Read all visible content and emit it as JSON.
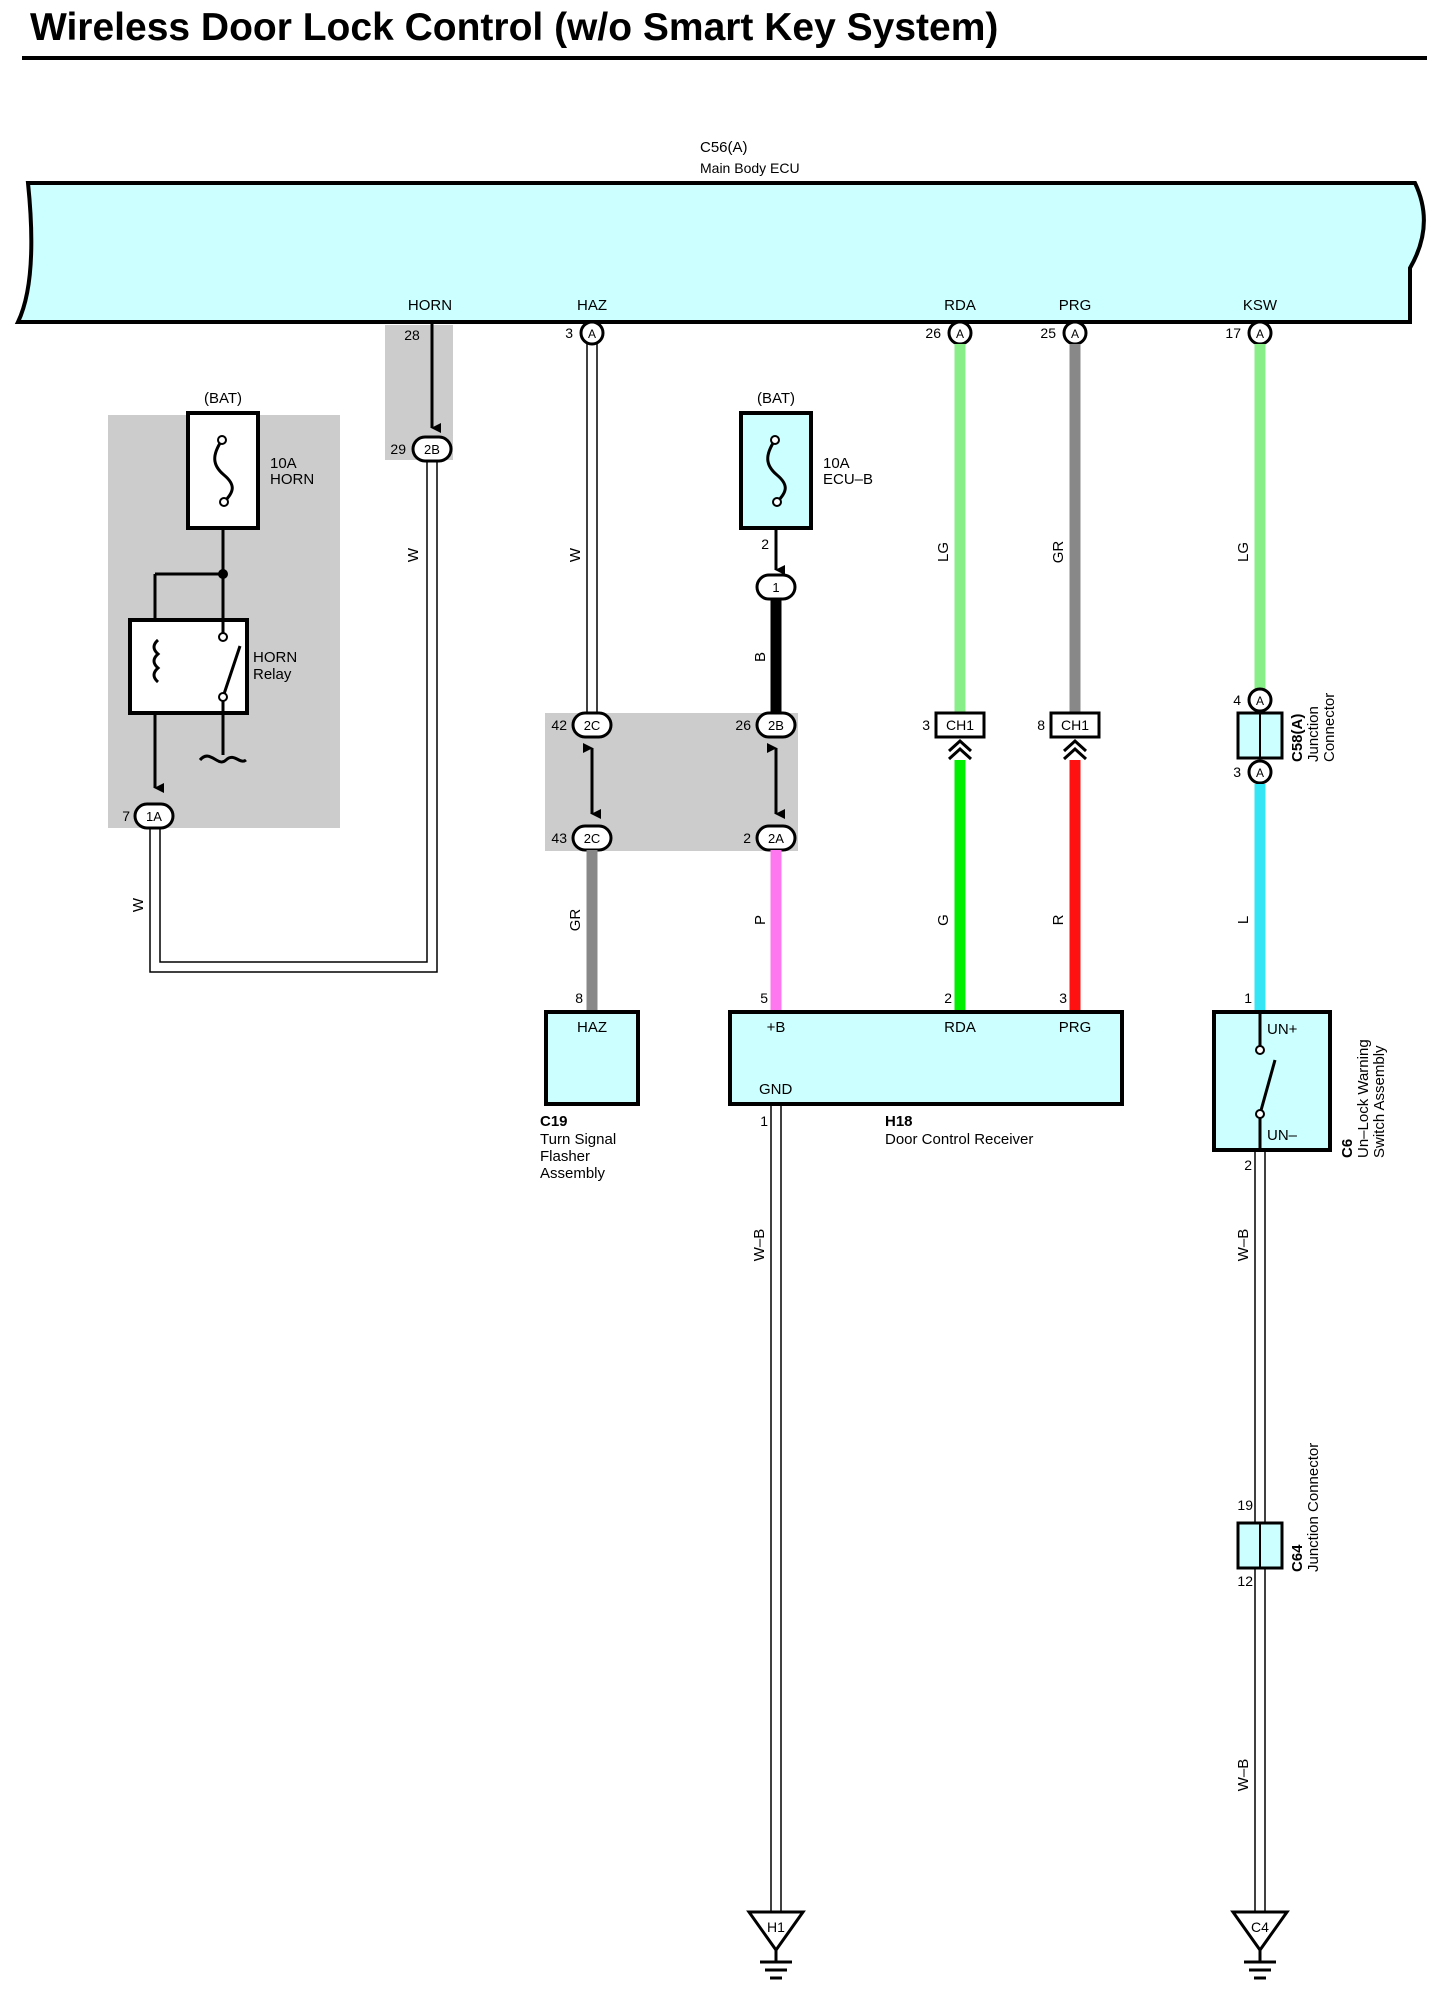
{
  "title": "Wireless Door Lock Control (w/o Smart Key System)",
  "colors": {
    "ecu_fill": "#ccffff",
    "shade": "#cccccc",
    "LG": "#88ee88",
    "GR": "#888888",
    "G": "#00ee00",
    "R": "#ff1111",
    "L": "#33e5f5",
    "P": "#ff77ee",
    "B": "#000000",
    "W": "#ffffff"
  },
  "ecu": {
    "code": "C56(A)",
    "name": "Main Body ECU",
    "pins": [
      {
        "label": "HORN",
        "num": "28",
        "conn": ""
      },
      {
        "label": "HAZ",
        "num": "3",
        "conn": "A"
      },
      {
        "label": "RDA",
        "num": "26",
        "conn": "A"
      },
      {
        "label": "PRG",
        "num": "25",
        "conn": "A"
      },
      {
        "label": "KSW",
        "num": "17",
        "conn": "A"
      }
    ]
  },
  "horn_circuit": {
    "bat": "(BAT)",
    "fuse_amp": "10A",
    "fuse_name": "HORN",
    "relay_line1": "HORN",
    "relay_line2": "Relay",
    "conn_1a_pin": "7",
    "conn_1a_label": "1A",
    "conn_2b_pin": "29",
    "conn_2b_label": "2B"
  },
  "ecub_circuit": {
    "bat": "(BAT)",
    "fuse_amp": "10A",
    "fuse_name": "ECU–B",
    "fuse_pin": "2",
    "conn_1_label": "1"
  },
  "junctions": {
    "j42_pin": "42",
    "j42_label": "2C",
    "j43_pin": "43",
    "j43_label": "2C",
    "j26_pin": "26",
    "j26_label": "2B",
    "j2_pin": "2",
    "j2_label": "2A"
  },
  "ch_connectors": [
    {
      "pin": "3",
      "label": "CH1"
    },
    {
      "pin": "8",
      "label": "CH1"
    }
  ],
  "c58": {
    "code": "C58(A)",
    "name1": "Junction",
    "name2": "Connector",
    "pin_top": "4",
    "pin_bottom": "3",
    "conn": "A"
  },
  "wire_labels": {
    "horn_w": "W",
    "haz_w": "W",
    "haz_gr": "GR",
    "relay_w": "W",
    "b": "B",
    "p": "P",
    "rda_lg": "LG",
    "rda_g": "G",
    "prg_gr": "GR",
    "prg_r": "R",
    "ksw_lg": "LG",
    "ksw_l": "L",
    "gnd_wb": "W–B",
    "sw_wb1": "W–B",
    "sw_wb2": "W–B"
  },
  "c19": {
    "pin": "8",
    "terminal": "HAZ",
    "code": "C19",
    "name1": "Turn Signal",
    "name2": "Flasher",
    "name3": "Assembly"
  },
  "h18": {
    "pin_b": "5",
    "term_b": "+B",
    "pin_rda": "2",
    "term_rda": "RDA",
    "pin_prg": "3",
    "term_prg": "PRG",
    "term_gnd": "GND",
    "pin_gnd": "1",
    "code": "H18",
    "name": "Door Control Receiver"
  },
  "c6": {
    "pin_top": "1",
    "term_top": "UN+",
    "term_bottom": "UN–",
    "pin_bottom": "2",
    "code": "C6",
    "name1": "Un–Lock Warning",
    "name2": "Switch Assembly"
  },
  "c64": {
    "pin_top": "19",
    "pin_bottom": "12",
    "code": "C64",
    "name": "Junction Connector"
  },
  "grounds": [
    {
      "label": "H1"
    },
    {
      "label": "C4"
    }
  ]
}
